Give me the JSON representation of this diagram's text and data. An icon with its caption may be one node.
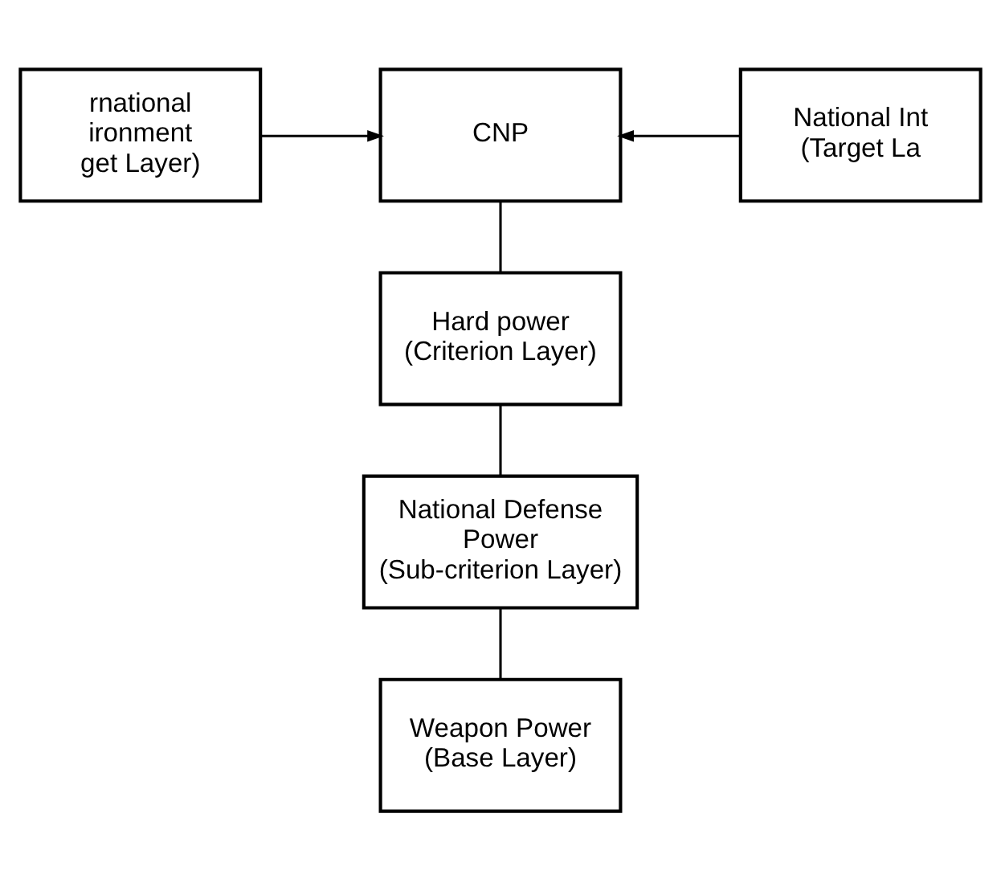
{
  "diagram": {
    "nodes": [
      {
        "text": [
          "rnational ironment get Layer)"
        ]
      },
      {
        "text": [
          "CNP"
        ]
      },
      {
        "text": [
          "National Int (Target La"
        ]
      },
      {
        "text": [
          "Hard power (Criterion Layer)"
        ]
      },
      {
        "text": [
          "National Defense Power (Sub-criterion Layer)"
        ]
      },
      {
        "text": [
          "Weapon Power (Base Layer)"
        ]
      }
    ],
    "edges": [
      {
        "from": 0,
        "to": 1,
        "arrow": "to"
      },
      {
        "from": 2,
        "to": 1,
        "arrow": "to"
      },
      {
        "from": 1,
        "to": 3,
        "arrow": "none"
      },
      {
        "from": 3,
        "to": 4,
        "arrow": "none"
      },
      {
        "from": 4,
        "to": 5,
        "arrow": "none"
      }
    ]
  }
}
